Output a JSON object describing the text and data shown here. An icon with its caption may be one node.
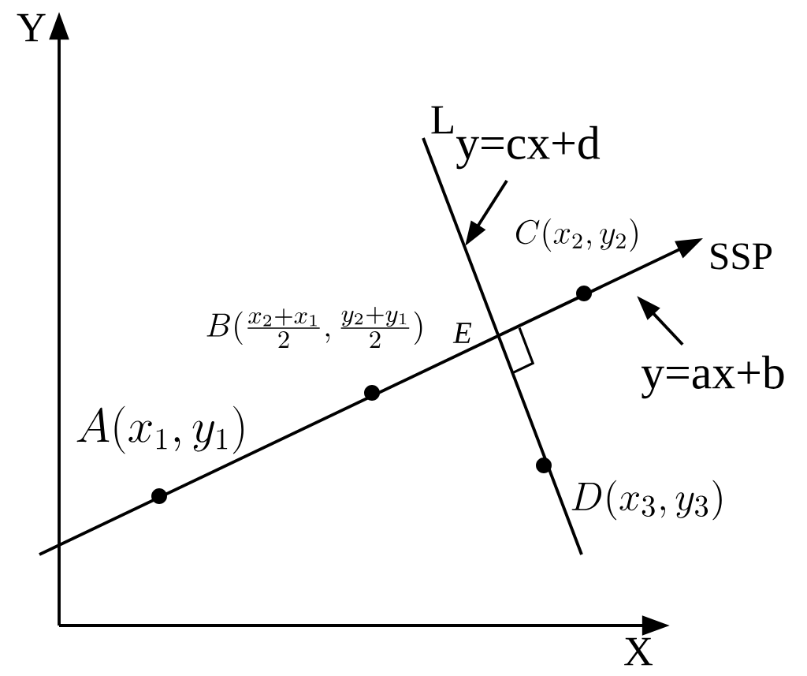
{
  "diagram": {
    "nodes": [
      {
        "text": [],
        "shape": "circle",
        "beside": [
          "A(x_1,y_1)"
        ]
      },
      {
        "text": [],
        "shape": "circle",
        "beside": [
          "B(\\frac{x_2+x_1}{2},\\frac{y_2+y_1}{2})"
        ]
      },
      {
        "text": [],
        "shape": "circle",
        "beside": [
          "C(x_2,y_2)"
        ]
      },
      {
        "text": [],
        "shape": "circle",
        "beside": [
          "D(x_3,y_3)"
        ]
      },
      {
        "text": [
          "y=cx+d"
        ]
      },
      {
        "text": [
          "y=ax+b"
        ]
      }
    ],
    "edges": [
      {
        "from": 4,
        "to": null,
        "arrow": "to"
      },
      {
        "from": 5,
        "to": null,
        "arrow": "to"
      }
    ],
    "labels": [
      "Y",
      "L",
      "SSP",
      "E",
      "X"
    ]
  }
}
